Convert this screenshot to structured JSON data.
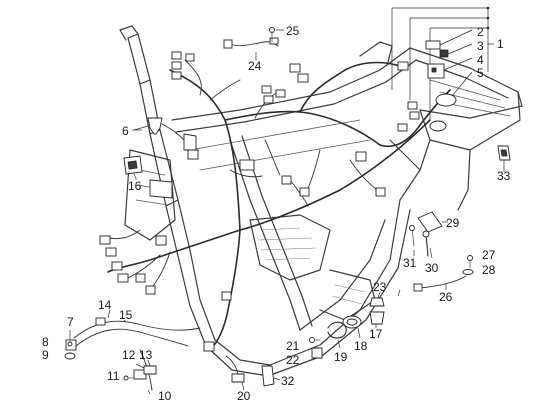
{
  "labels": {
    "n1": "1",
    "n2": "2",
    "n3": "3",
    "n4": "4",
    "n5": "5",
    "n6": "6",
    "n7": "7",
    "n8": "8",
    "n9": "9",
    "n10": "10",
    "n11": "11",
    "n12": "12",
    "n13": "13",
    "n14": "14",
    "n15": "15",
    "n16": "16",
    "n17": "17",
    "n18": "18",
    "n19": "19",
    "n20": "20",
    "n21": "21",
    "n22": "22",
    "n23": "23",
    "n24": "24",
    "n25": "25",
    "n26": "26",
    "n27": "27",
    "n28": "28",
    "n29": "29",
    "n30": "30",
    "n31": "31",
    "n32": "32",
    "n33": "33"
  }
}
